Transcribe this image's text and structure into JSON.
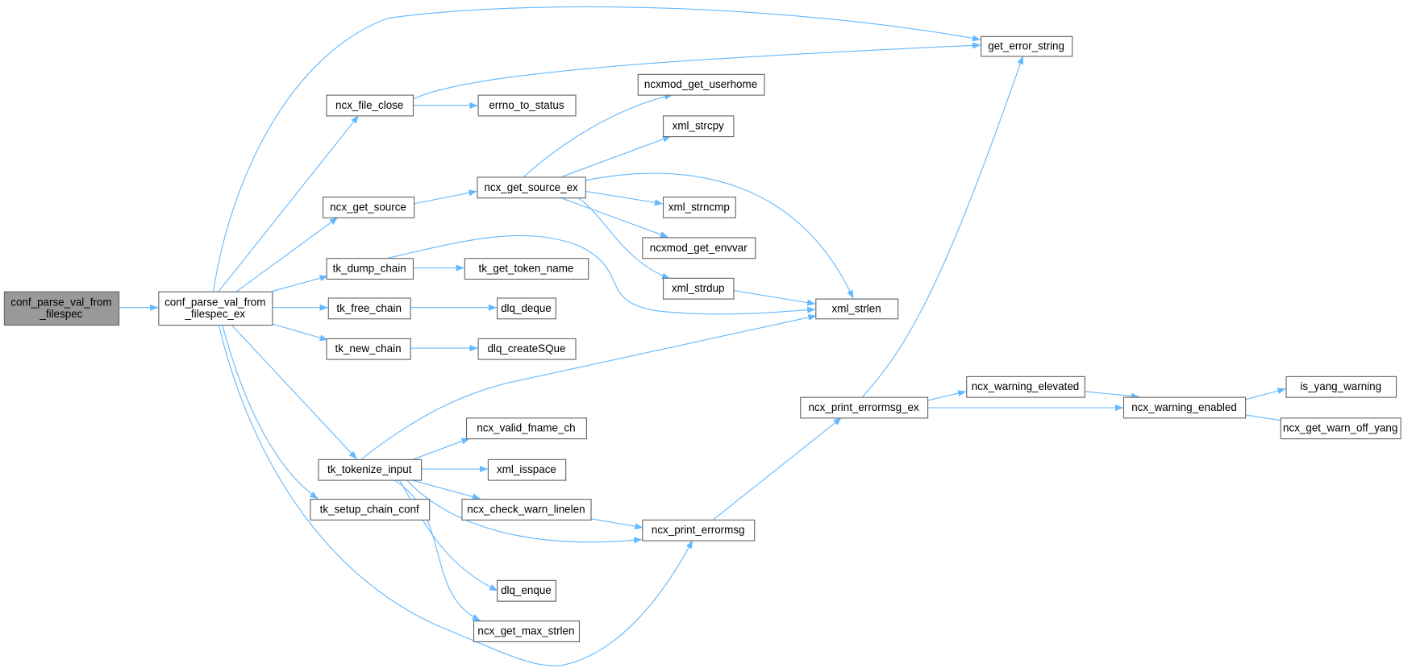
{
  "graph": {
    "type": "call-graph",
    "root": "conf_parse_val_from_filespec",
    "edge_color": "#63b8ff",
    "root_fill": "#999999",
    "nodes": [
      {
        "id": "root",
        "lines": [
          "conf_parse_val_from",
          "_filespec"
        ]
      },
      {
        "id": "ex",
        "lines": [
          "conf_parse_val_from",
          "_filespec_ex"
        ]
      },
      {
        "id": "ncx_file_close",
        "lines": [
          "ncx_file_close"
        ]
      },
      {
        "id": "errno_to_status",
        "lines": [
          "errno_to_status"
        ]
      },
      {
        "id": "get_error_string",
        "lines": [
          "get_error_string"
        ]
      },
      {
        "id": "ncxmod_get_userhome",
        "lines": [
          "ncxmod_get_userhome"
        ]
      },
      {
        "id": "xml_strcpy",
        "lines": [
          "xml_strcpy"
        ]
      },
      {
        "id": "ncx_get_source",
        "lines": [
          "ncx_get_source"
        ]
      },
      {
        "id": "ncx_get_source_ex",
        "lines": [
          "ncx_get_source_ex"
        ]
      },
      {
        "id": "xml_strncmp",
        "lines": [
          "xml_strncmp"
        ]
      },
      {
        "id": "ncxmod_get_envvar",
        "lines": [
          "ncxmod_get_envvar"
        ]
      },
      {
        "id": "tk_dump_chain",
        "lines": [
          "tk_dump_chain"
        ]
      },
      {
        "id": "tk_get_token_name",
        "lines": [
          "tk_get_token_name"
        ]
      },
      {
        "id": "xml_strdup",
        "lines": [
          "xml_strdup"
        ]
      },
      {
        "id": "xml_strlen",
        "lines": [
          "xml_strlen"
        ]
      },
      {
        "id": "tk_free_chain",
        "lines": [
          "tk_free_chain"
        ]
      },
      {
        "id": "dlq_deque",
        "lines": [
          "dlq_deque"
        ]
      },
      {
        "id": "tk_new_chain",
        "lines": [
          "tk_new_chain"
        ]
      },
      {
        "id": "dlq_createSQue",
        "lines": [
          "dlq_createSQue"
        ]
      },
      {
        "id": "ncx_print_errormsg_ex",
        "lines": [
          "ncx_print_errormsg_ex"
        ]
      },
      {
        "id": "ncx_warning_elevated",
        "lines": [
          "ncx_warning_elevated"
        ]
      },
      {
        "id": "ncx_warning_enabled",
        "lines": [
          "ncx_warning_enabled"
        ]
      },
      {
        "id": "is_yang_warning",
        "lines": [
          "is_yang_warning"
        ]
      },
      {
        "id": "ncx_get_warn_off_yang",
        "lines": [
          "ncx_get_warn_off_yang"
        ]
      },
      {
        "id": "tk_tokenize_input",
        "lines": [
          "tk_tokenize_input"
        ]
      },
      {
        "id": "ncx_valid_fname_ch",
        "lines": [
          "ncx_valid_fname_ch"
        ]
      },
      {
        "id": "xml_isspace",
        "lines": [
          "xml_isspace"
        ]
      },
      {
        "id": "ncx_check_warn_linelen",
        "lines": [
          "ncx_check_warn_linelen"
        ]
      },
      {
        "id": "ncx_print_errormsg",
        "lines": [
          "ncx_print_errormsg"
        ]
      },
      {
        "id": "tk_setup_chain_conf",
        "lines": [
          "tk_setup_chain_conf"
        ]
      },
      {
        "id": "dlq_enque",
        "lines": [
          "dlq_enque"
        ]
      },
      {
        "id": "ncx_get_max_strlen",
        "lines": [
          "ncx_get_max_strlen"
        ]
      }
    ],
    "edges": [
      [
        "root",
        "ex"
      ],
      [
        "ex",
        "get_error_string"
      ],
      [
        "ex",
        "ncx_file_close"
      ],
      [
        "ex",
        "ncx_get_source"
      ],
      [
        "ex",
        "tk_dump_chain"
      ],
      [
        "ex",
        "tk_free_chain"
      ],
      [
        "ex",
        "tk_new_chain"
      ],
      [
        "ex",
        "tk_tokenize_input"
      ],
      [
        "ex",
        "tk_setup_chain_conf"
      ],
      [
        "ex",
        "ncx_print_errormsg"
      ],
      [
        "ncx_file_close",
        "get_error_string"
      ],
      [
        "ncx_file_close",
        "errno_to_status"
      ],
      [
        "ncx_get_source",
        "ncx_get_source_ex"
      ],
      [
        "ncx_get_source_ex",
        "ncxmod_get_userhome"
      ],
      [
        "ncx_get_source_ex",
        "xml_strcpy"
      ],
      [
        "ncx_get_source_ex",
        "xml_strncmp"
      ],
      [
        "ncx_get_source_ex",
        "ncxmod_get_envvar"
      ],
      [
        "ncx_get_source_ex",
        "xml_strdup"
      ],
      [
        "ncx_get_source_ex",
        "xml_strlen"
      ],
      [
        "tk_dump_chain",
        "tk_get_token_name"
      ],
      [
        "tk_dump_chain",
        "xml_strlen"
      ],
      [
        "tk_free_chain",
        "dlq_deque"
      ],
      [
        "tk_new_chain",
        "dlq_createSQue"
      ],
      [
        "xml_strdup",
        "xml_strlen"
      ],
      [
        "tk_tokenize_input",
        "xml_strlen"
      ],
      [
        "tk_tokenize_input",
        "ncx_valid_fname_ch"
      ],
      [
        "tk_tokenize_input",
        "xml_isspace"
      ],
      [
        "tk_tokenize_input",
        "ncx_check_warn_linelen"
      ],
      [
        "tk_tokenize_input",
        "ncx_print_errormsg"
      ],
      [
        "tk_tokenize_input",
        "dlq_enque"
      ],
      [
        "tk_tokenize_input",
        "ncx_get_max_strlen"
      ],
      [
        "ncx_check_warn_linelen",
        "ncx_print_errormsg"
      ],
      [
        "ncx_print_errormsg",
        "ncx_print_errormsg_ex"
      ],
      [
        "ncx_print_errormsg_ex",
        "get_error_string"
      ],
      [
        "ncx_print_errormsg_ex",
        "ncx_warning_elevated"
      ],
      [
        "ncx_print_errormsg_ex",
        "ncx_warning_enabled"
      ],
      [
        "ncx_warning_elevated",
        "ncx_warning_enabled"
      ],
      [
        "ncx_warning_enabled",
        "is_yang_warning"
      ],
      [
        "ncx_warning_enabled",
        "ncx_get_warn_off_yang"
      ]
    ]
  }
}
